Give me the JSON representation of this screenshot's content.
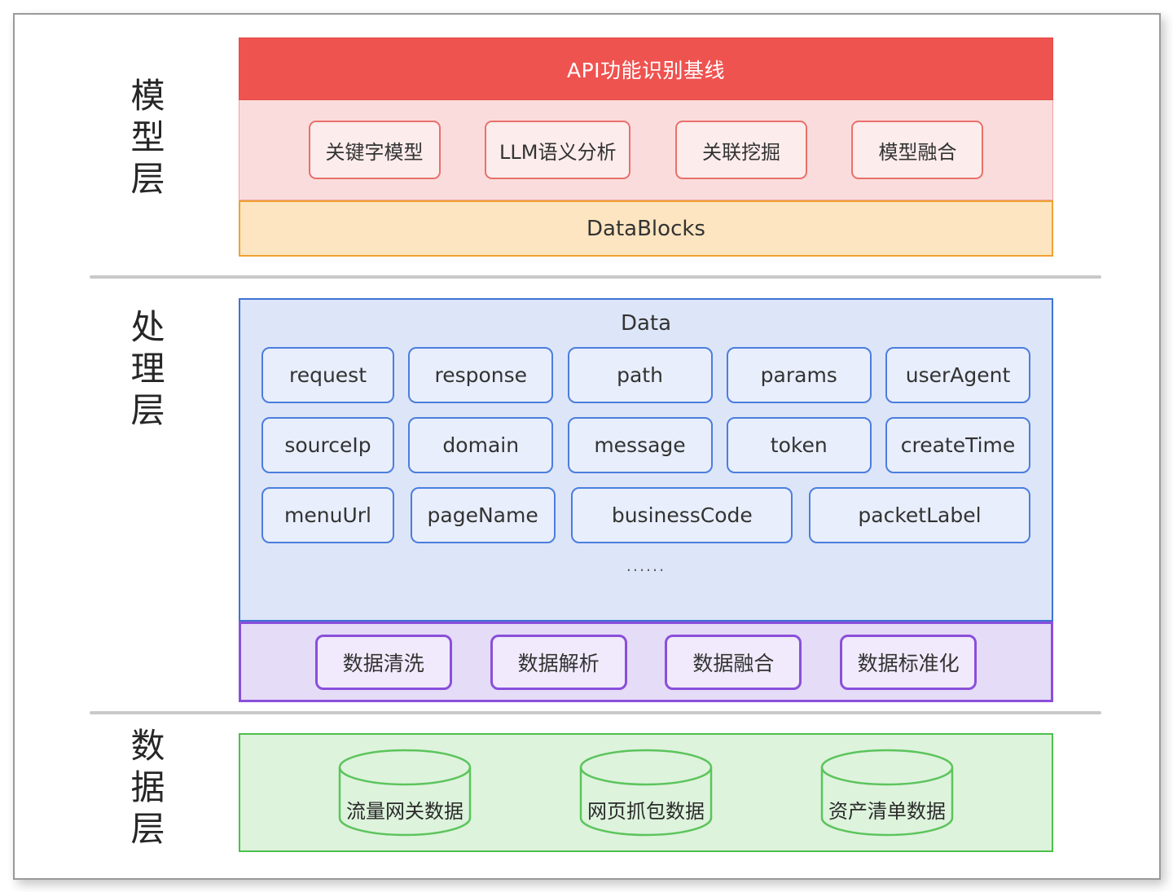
{
  "layers": {
    "model": {
      "label": "模型层",
      "chars": [
        "模",
        "型",
        "层"
      ]
    },
    "processing": {
      "label": "处理层",
      "chars": [
        "处",
        "理",
        "层"
      ]
    },
    "data": {
      "label": "数据层",
      "chars": [
        "数",
        "据",
        "层"
      ]
    }
  },
  "model_layer": {
    "baseline_title": "API功能识别基线",
    "methods": [
      "关键字模型",
      "LLM语义分析",
      "关联挖掘",
      "模型融合"
    ],
    "datablocks_label": "DataBlocks"
  },
  "processing_layer": {
    "data_title": "Data",
    "field_rows": [
      [
        "request",
        "response",
        "path",
        "params",
        "userAgent"
      ],
      [
        "sourceIp",
        "domain",
        "message",
        "token",
        "createTime"
      ],
      [
        "menuUrl",
        "pageName",
        "businessCode",
        "packetLabel"
      ]
    ],
    "ellipsis": "......",
    "operations": [
      "数据清洗",
      "数据解析",
      "数据融合",
      "数据标准化"
    ]
  },
  "data_layer": {
    "stores": [
      "流量网关数据",
      "网页抓包数据",
      "资产清单数据"
    ]
  },
  "colors": {
    "baseline_red": "#ef5350",
    "methods_pink": "#fbdcdc",
    "datablocks_orange_fill": "#fce5c0",
    "datablocks_orange_border": "#f0a132",
    "data_blue_fill": "#dde5f8",
    "data_blue_border": "#3e72d4",
    "ops_purple_fill": "#e5dcf7",
    "ops_purple_border": "#8a4fdb",
    "data_layer_green_fill": "#ddf3dc",
    "data_layer_green_border": "#4cc04c",
    "separator_gray": "#c9c9c9",
    "frame_gray": "#9a9a9a"
  }
}
